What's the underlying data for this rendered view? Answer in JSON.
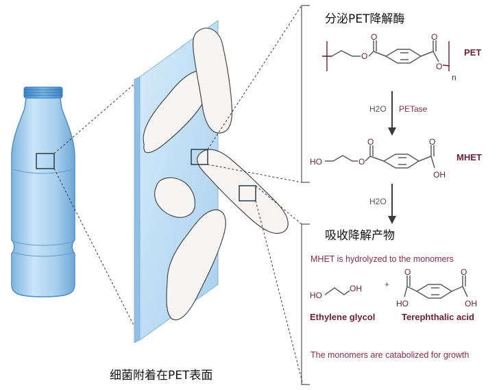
{
  "title_secretion": "分泌PET降解酶",
  "title_absorption": "吸收降解产物",
  "caption_bottom": "细菌附着在PET表面",
  "pet": {
    "label": "PET",
    "subscript": "n"
  },
  "step1": {
    "reagent": "H2O",
    "enzyme": "PETase"
  },
  "mhet": {
    "label": "MHET",
    "ho": "HO",
    "oh": "OH"
  },
  "step2": {
    "reagent": "H2O"
  },
  "hydrolysis_note": "MHET is hydrolyzed to the monomers",
  "ethylene_glycol": {
    "label": "Ethylene glycol",
    "ho": "HO",
    "oh": "OH"
  },
  "plus": "+",
  "terephthalic_acid": {
    "label": "Terephthalic acid",
    "ho": "HO",
    "oh": "OH"
  },
  "catabolized_note": "The monomers are catabolized for growth",
  "colors": {
    "chem_label": "#6b1d3a",
    "bond": "#5a5a5a",
    "note_text": "#8a2a4c",
    "bottle": "#9cc9ea",
    "surface": "#bcdcf2",
    "bracket": "#555555"
  }
}
